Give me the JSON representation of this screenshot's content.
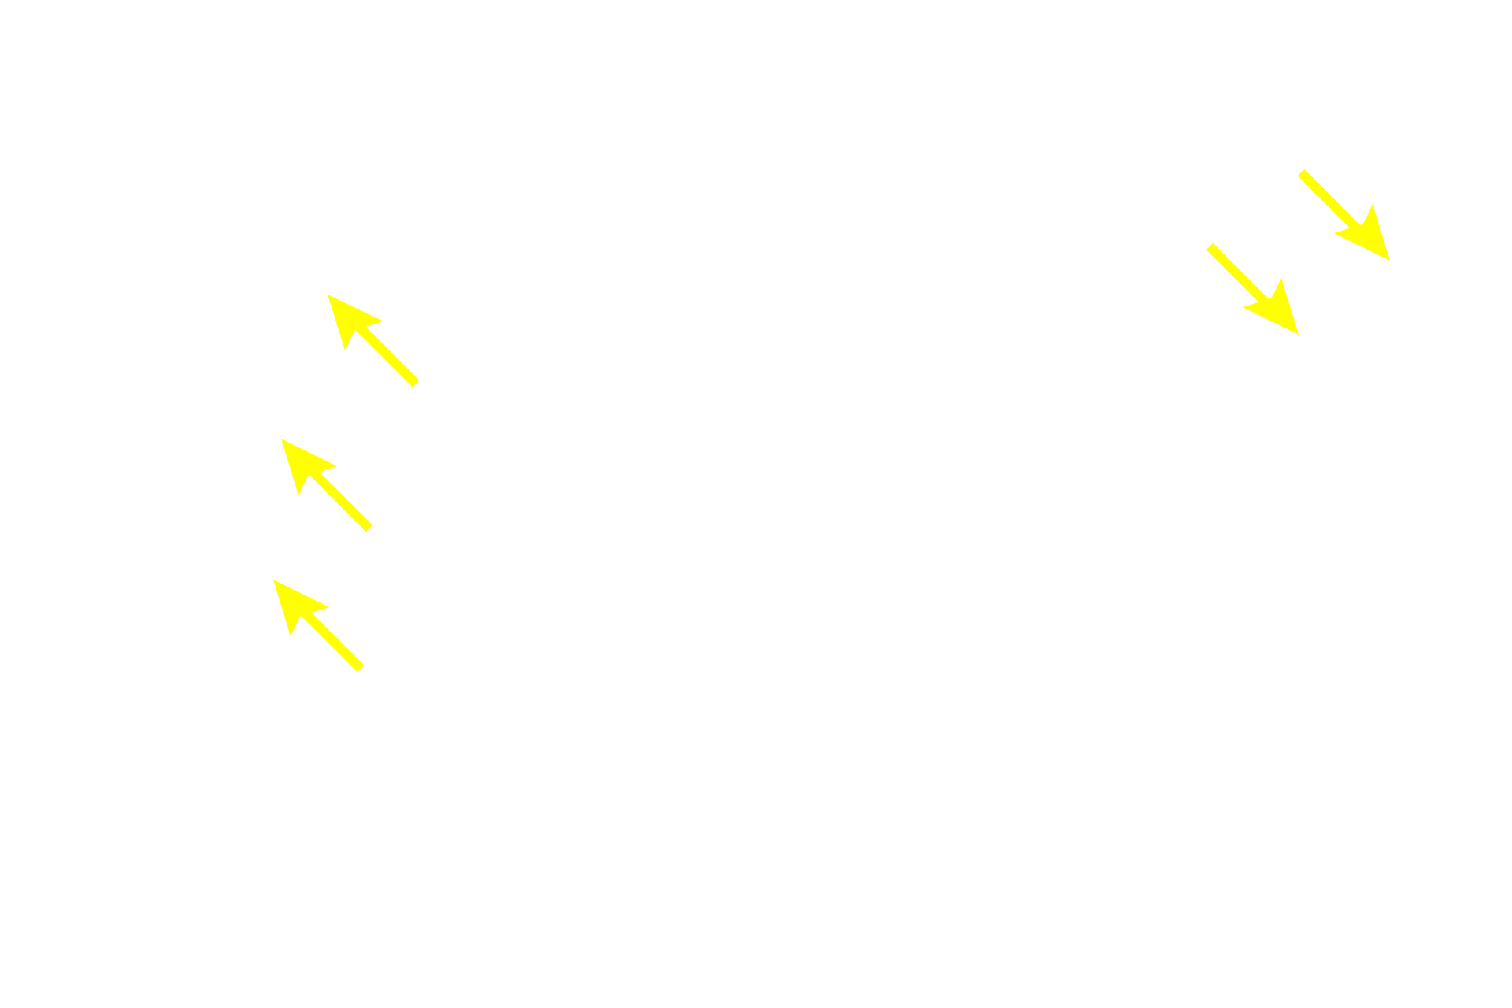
{
  "background_color": "#ffffff",
  "arrow_color": "#ffff00",
  "arrows": [
    {
      "name": "arrow-pointer-1",
      "direction": "up-left"
    },
    {
      "name": "arrow-pointer-2",
      "direction": "up-left"
    },
    {
      "name": "arrow-pointer-3",
      "direction": "up-left"
    },
    {
      "name": "arrow-pointer-4",
      "direction": "down-right"
    },
    {
      "name": "arrow-pointer-5",
      "direction": "down-right"
    }
  ]
}
